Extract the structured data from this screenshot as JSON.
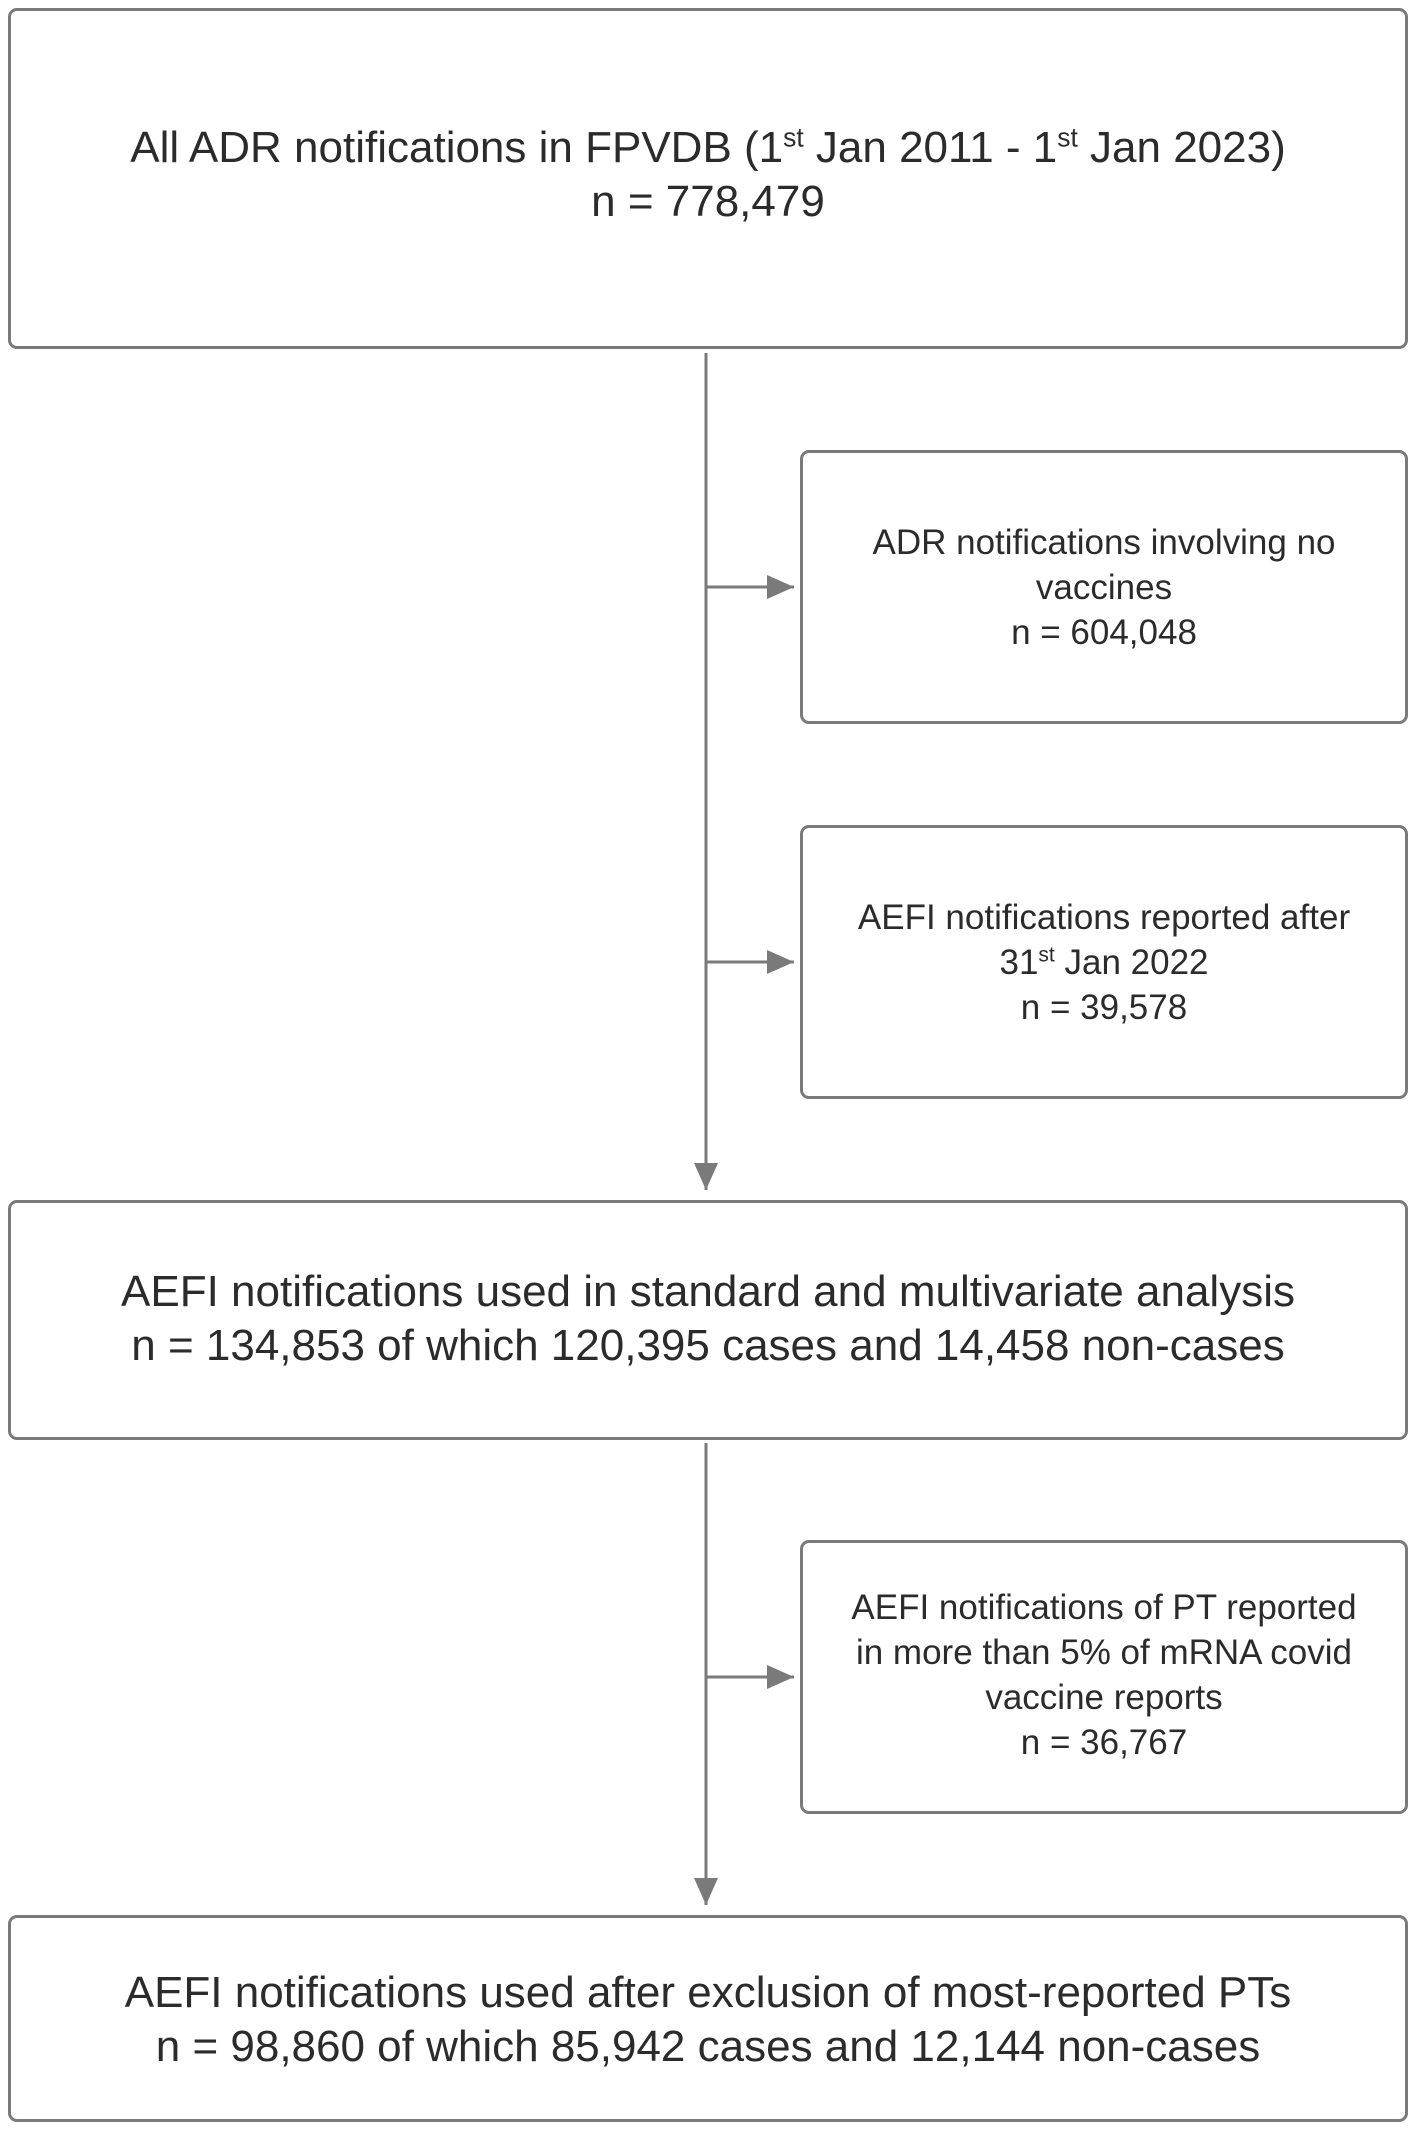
{
  "boxes": {
    "all_adr": {
      "title_pre": "All ADR notifications in FPVDB (1",
      "sup1": "st",
      "title_mid": " Jan 2011 - 1",
      "sup2": "st",
      "title_post": " Jan 2023)",
      "count": "n = 778,479"
    },
    "no_vaccines": {
      "line1": "ADR notifications involving no",
      "line2": "vaccines",
      "count": "n = 604,048"
    },
    "after_jan2022": {
      "line1": "AEFI notifications reported after",
      "line2_pre": "31",
      "line2_sup": "st",
      "line2_post": " Jan 2022",
      "count": "n = 39,578"
    },
    "standard_analysis": {
      "line1": "AEFI notifications used in standard and multivariate analysis",
      "line2": "n = 134,853 of which 120,395 cases and 14,458 non-cases"
    },
    "pt_excluded": {
      "line1": "AEFI notifications of PT reported",
      "line2": "in more than 5% of mRNA covid",
      "line3": "vaccine reports",
      "count": "n = 36,767"
    },
    "final_analysis": {
      "line1": "AEFI notifications used after exclusion of most-reported PTs",
      "line2": "n = 98,860 of which 85,942 cases and 12,144 non-cases"
    }
  }
}
